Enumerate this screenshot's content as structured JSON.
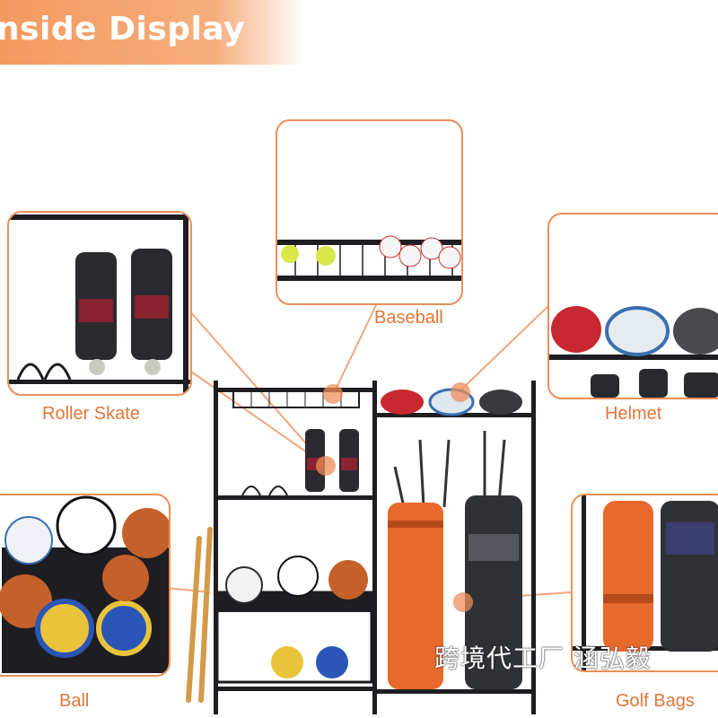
{
  "banner": {
    "title": "nside Display"
  },
  "labels": {
    "baseball": "Baseball",
    "roller_skate": "Roller Skate",
    "helmet": "Helmet",
    "ball": "Ball",
    "golf_bags": "Golf Bags"
  },
  "watermark": "跨境代工厂 涵弘毅",
  "colors": {
    "accent": "#ec8e5a",
    "label": "#e0763a",
    "rack": "#1e1e22",
    "bag_orange": "#e8692c"
  }
}
